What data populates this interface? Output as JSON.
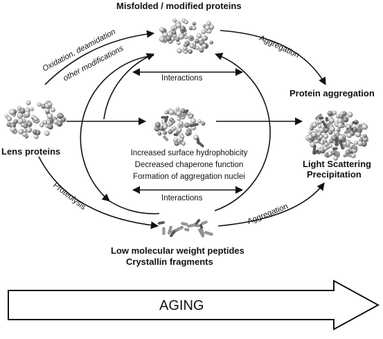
{
  "diagram": {
    "nodes": {
      "misfolded": "Misfolded / modified proteins",
      "lens": "Lens proteins",
      "aggregation": "Protein aggregation",
      "scattering": "Light Scattering",
      "precipitation": "Precipitation",
      "peptides": "Low molecular weight peptides",
      "fragments": "Crystallin fragments"
    },
    "edges": {
      "oxidation": "Oxidation, deamidation",
      "other_mods": "other modifications",
      "aggregation_top": "Aggregation",
      "proteolysis": "Proteolysis",
      "aggregation_bottom": "Aggregation",
      "interactions_top": "Interactions",
      "interactions_bottom": "Interactions"
    },
    "effects": [
      "Increased surface hydrophobicity",
      "Decreased chaperone function",
      "Formation of aggregation nuclei"
    ],
    "timeline": "AGING"
  },
  "colors": {
    "ink": "#111111",
    "sphere_light": "#e8e8e8",
    "sphere_dark": "#7a7a7a"
  }
}
